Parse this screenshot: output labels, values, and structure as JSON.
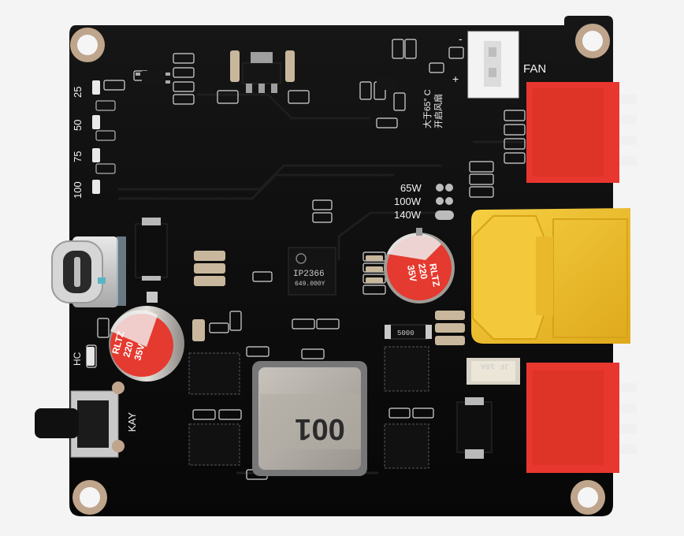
{
  "silkscreen": {
    "fan_label": "FAN",
    "temp_note_line1": "大于65° C",
    "temp_note_line2": "开启风扇",
    "plus": "+",
    "minus": "-",
    "level_25": "25",
    "level_50": "50",
    "level_75": "75",
    "level_100": "100",
    "power_65": "65W",
    "power_100": "100W",
    "power_140": "140W",
    "hc_label": "HC",
    "key_label": "KAY",
    "fuse_label": "JF 10A"
  },
  "ic": {
    "part": "IP2366",
    "code": "649.000Y"
  },
  "capacitor_right": {
    "brand": "RLTZ",
    "value": "220",
    "voltage": "35V"
  },
  "capacitor_left": {
    "brand": "RLTZ",
    "value": "220",
    "voltage": "35V"
  },
  "inductor": {
    "marking": "001"
  },
  "resistor": {
    "marking": "5000"
  },
  "colors": {
    "board": "#0d0d0d",
    "connector_red": "#e8372e",
    "connector_yellow": "#f0c02a",
    "cap_red": "#e53a2f",
    "silver": "#b9b4ad"
  }
}
